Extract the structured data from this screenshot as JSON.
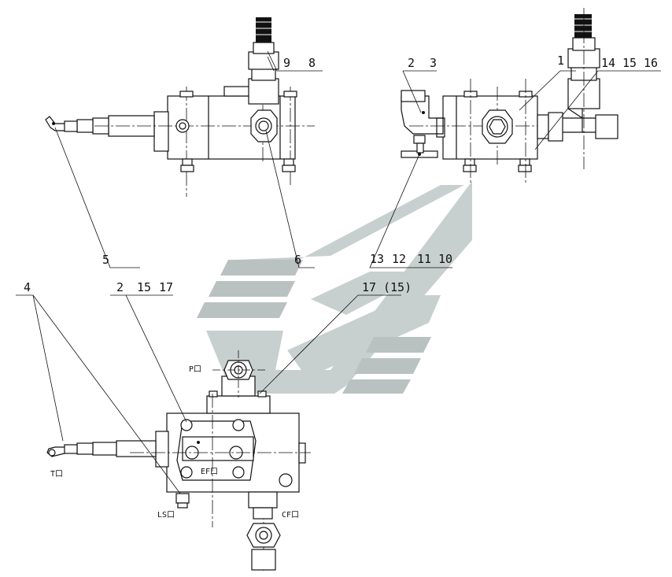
{
  "drawing": {
    "colors": {
      "line": "#111111",
      "watermark": "#c8d0cf",
      "watermark_dark": "#b5bfbd",
      "background": "#ffffff"
    },
    "top_left_view": {
      "callouts": [
        {
          "id": "c9",
          "text": "9"
        },
        {
          "id": "c8",
          "text": "8"
        },
        {
          "id": "c5",
          "text": "5"
        },
        {
          "id": "c6",
          "text": "6"
        }
      ]
    },
    "top_right_view": {
      "callouts": [
        {
          "id": "c2",
          "text": "2"
        },
        {
          "id": "c3",
          "text": "3"
        },
        {
          "id": "c1",
          "text": "1"
        },
        {
          "id": "c14",
          "text": "14"
        },
        {
          "id": "c15",
          "text": "15"
        },
        {
          "id": "c16",
          "text": "16"
        },
        {
          "id": "c13",
          "text": "13"
        },
        {
          "id": "c12",
          "text": "12"
        },
        {
          "id": "c11",
          "text": "11"
        },
        {
          "id": "c10",
          "text": "10"
        }
      ]
    },
    "bottom_view": {
      "callouts": [
        {
          "id": "c4",
          "text": "4"
        },
        {
          "id": "c2b",
          "text": "2"
        },
        {
          "id": "c15b",
          "text": "15"
        },
        {
          "id": "c17",
          "text": "17"
        },
        {
          "id": "c17b",
          "text": "17"
        },
        {
          "id": "c15p",
          "text": "(15)"
        }
      ],
      "ports": {
        "p": "P口",
        "t": "T口",
        "ef": "EF口",
        "ls": "LS口",
        "cf": "CF口"
      }
    }
  }
}
